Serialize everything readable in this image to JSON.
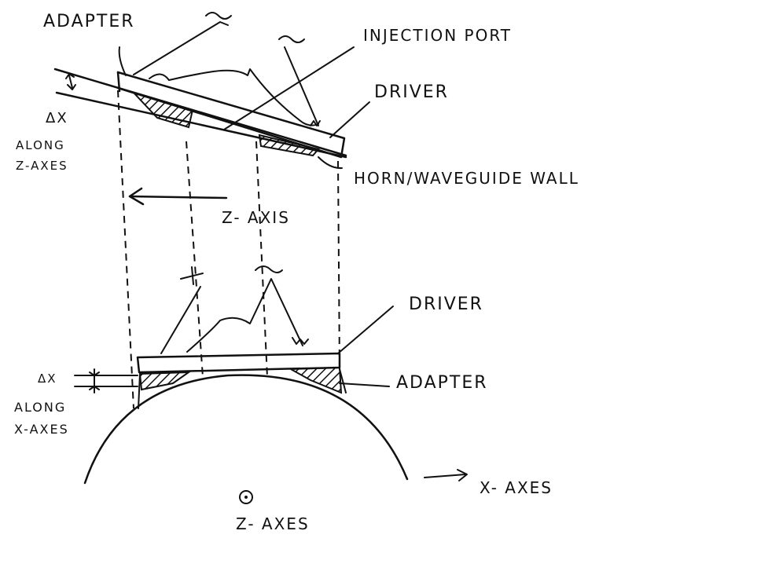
{
  "labels": {
    "adapter_top": "ADAPTER",
    "injection_port": "INJECTION PORT",
    "driver_top": "DRIVER",
    "delta_x_top": "ΔX",
    "along_top": "ALONG",
    "z_axes_top": "Z-AXES",
    "horn_wall": "HORN/WAVEGUIDE WALL",
    "z_axis": "Z- AXIS",
    "driver_bottom": "DRIVER",
    "delta_x_bottom": "ΔX",
    "along_bottom": "ALONG",
    "x_axes_left": "X-AXES",
    "adapter_bottom": "ADAPTER",
    "x_axes_right": "X- AXES",
    "z_axes_bottom": "Z- AXES"
  },
  "colors": {
    "ink": "#111111",
    "paper": "#ffffff"
  }
}
